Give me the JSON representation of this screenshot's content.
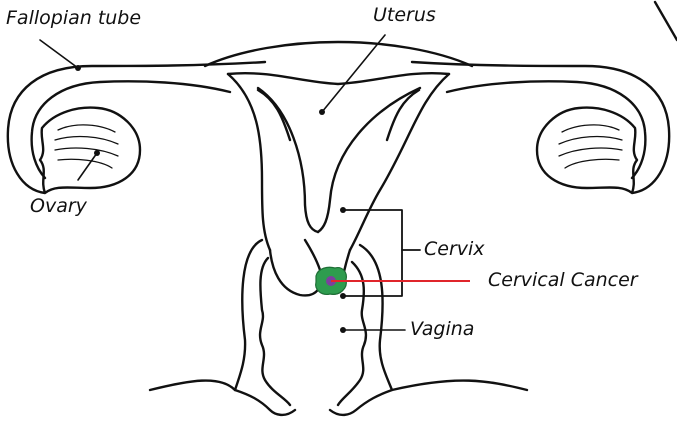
{
  "labels": {
    "fallopian_tube": "Fallopian tube",
    "uterus": "Uterus",
    "ovary": "Ovary",
    "cervix": "Cervix",
    "cervical_cancer": "Cervical Cancer",
    "vagina": "Vagina"
  },
  "colors": {
    "outline": "#111111",
    "tumor_fill": "#2e9c4e",
    "tumor_core": "#7b3f9e",
    "cancer_pointer": "#e0252b"
  }
}
